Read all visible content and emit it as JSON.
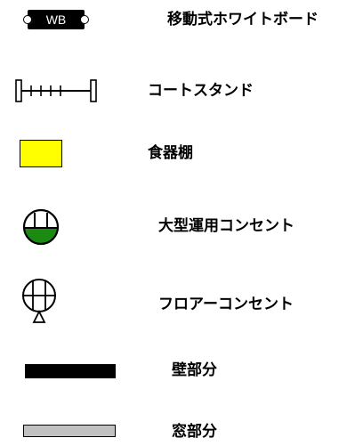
{
  "legend": {
    "items": [
      {
        "symbol": "whiteboard-icon",
        "symbol_text": "WB",
        "label": "移動式ホワイトボード"
      },
      {
        "symbol": "coat-stand-icon",
        "label": "コートスタンド"
      },
      {
        "symbol": "dish-shelf-icon",
        "label": "食器棚",
        "color": "#ffff00"
      },
      {
        "symbol": "large-outlet-icon",
        "label": "大型運用コンセント",
        "color": "#1a8a12"
      },
      {
        "symbol": "floor-outlet-icon",
        "label": "フロアーコンセント"
      },
      {
        "symbol": "wall-segment-icon",
        "label": "壁部分",
        "color": "#000000"
      },
      {
        "symbol": "window-segment-icon",
        "label": "窓部分",
        "color": "#c0c0c0"
      }
    ]
  }
}
